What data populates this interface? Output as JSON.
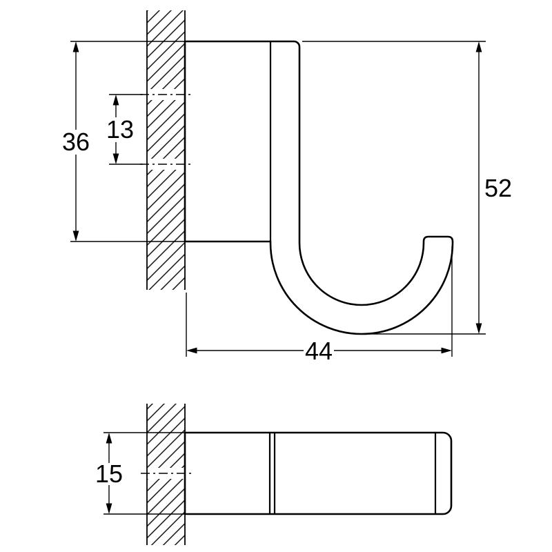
{
  "meta": {
    "background": "#ffffff",
    "line_color": "#000000",
    "drawing_type": "technical-dimension-drawing"
  },
  "dimensions": {
    "side_view": {
      "plate_height": "36",
      "hole_spacing": "13",
      "overall_height": "52",
      "overall_depth": "44"
    },
    "top_view": {
      "overall_width": "15"
    }
  }
}
